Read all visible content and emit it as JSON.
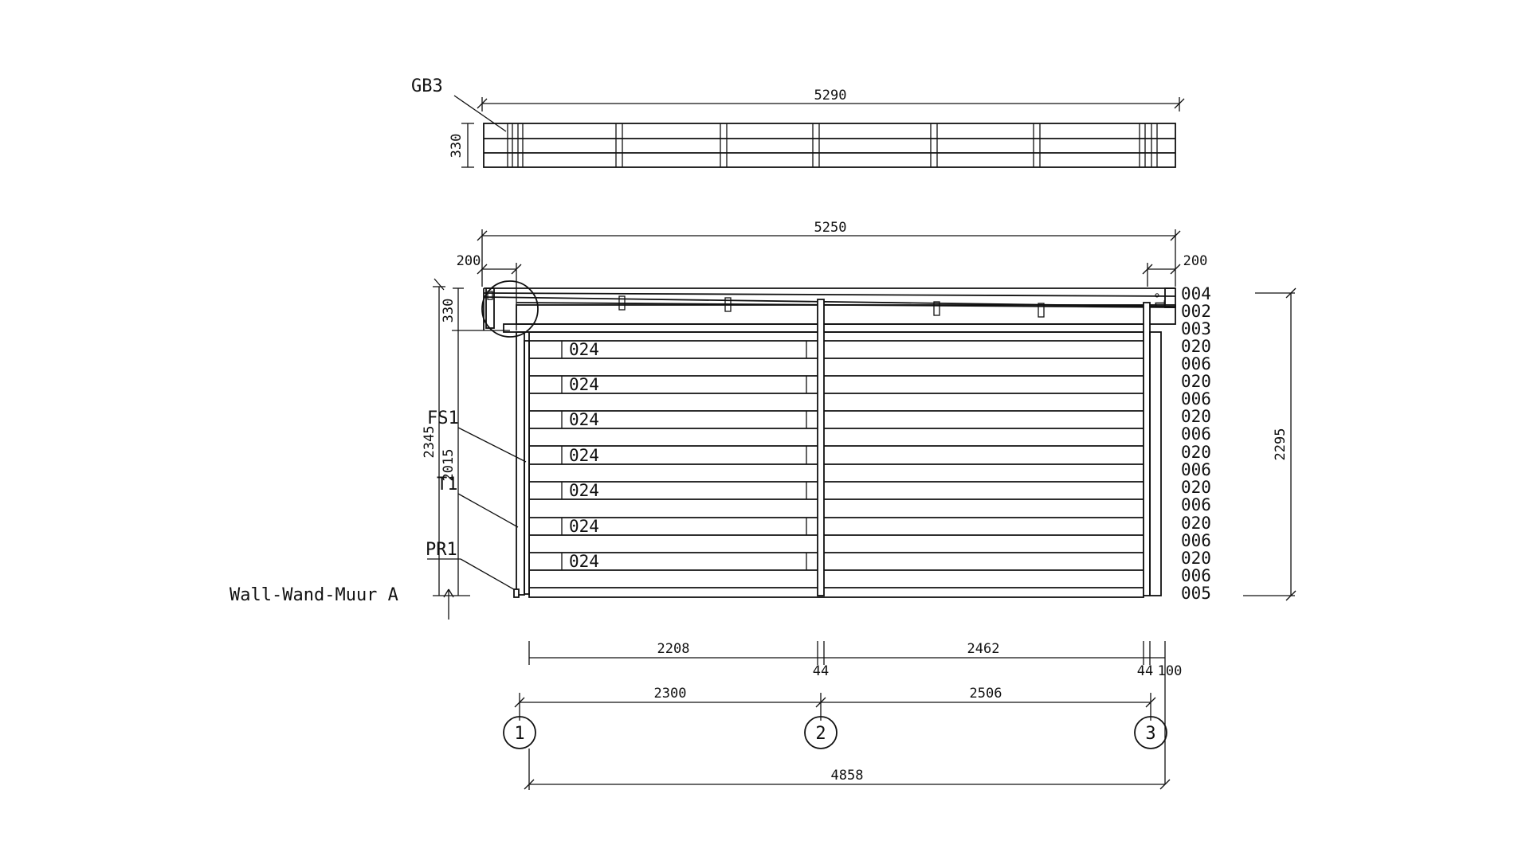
{
  "roof_top_view": {
    "label": "GB3",
    "length_dim": "5290",
    "height_dim": "330"
  },
  "wall_elevation": {
    "overall_width_dim": "5250",
    "left_overhang_dim": "200",
    "right_overhang_dim": "200",
    "roof_height_dim": "330",
    "total_height_dim": "2345",
    "door_height_dim": "2015",
    "right_height_dim": "2295",
    "slope_label": "1°",
    "wall_name": "Wall-Wand-Muur  A",
    "callouts": [
      "FS1",
      "T1",
      "PR1"
    ],
    "door_board_code": "024",
    "right_codes": [
      "004",
      "002",
      "003",
      "020",
      "006",
      "020",
      "006",
      "020",
      "006",
      "020",
      "006",
      "020",
      "006",
      "020",
      "006",
      "020",
      "006",
      "005"
    ]
  },
  "dimensions_bottom": {
    "span1": "2208",
    "post1": "44",
    "span2": "2462",
    "post2": "44",
    "end": "100",
    "axis_span1": "2300",
    "axis_span2": "2506",
    "total": "4858"
  },
  "grid_axes": [
    "1",
    "2",
    "3"
  ]
}
